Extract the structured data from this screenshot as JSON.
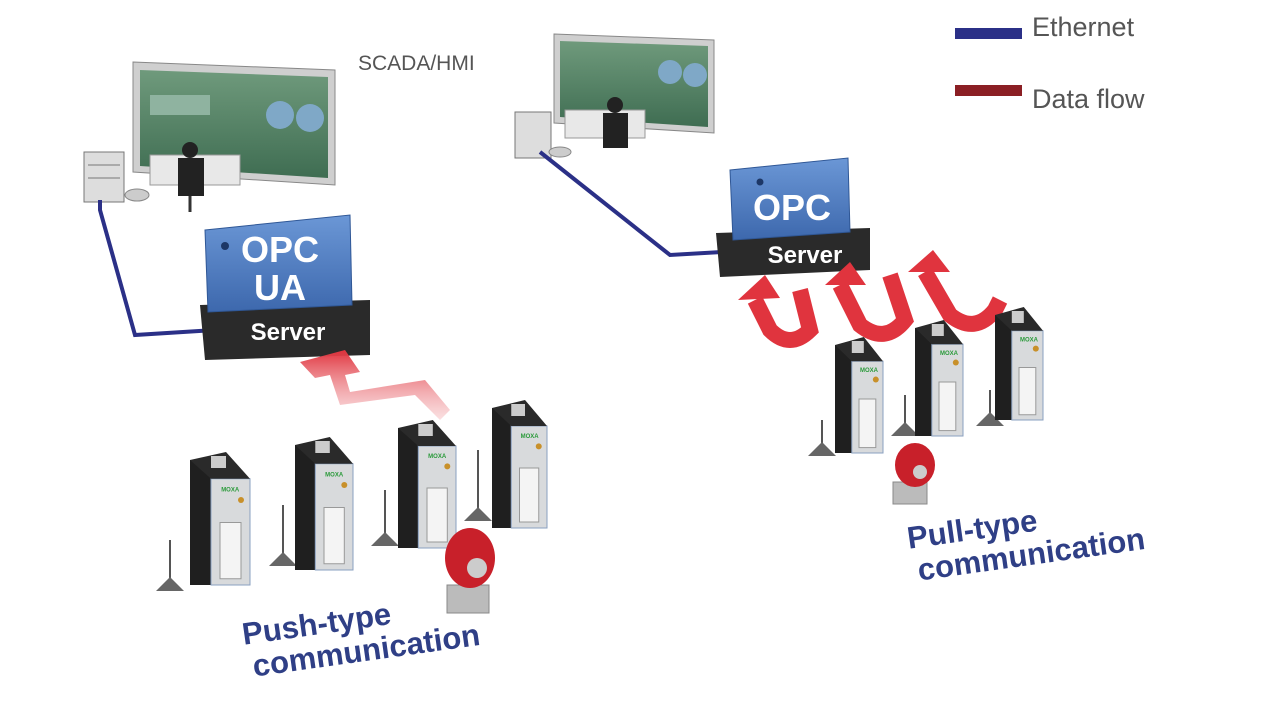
{
  "legend": {
    "items": [
      {
        "label": "Ethernet",
        "color": "#2b3087"
      },
      {
        "label": "Data flow",
        "color": "#8b1f24"
      }
    ]
  },
  "scada_label": "SCADA/HMI",
  "left_server": {
    "line1": "OPC",
    "line2": "UA",
    "base": "Server"
  },
  "right_server": {
    "line1": "OPC",
    "base": "Server"
  },
  "device_brand": "MOXA",
  "push_label": {
    "line1": "Push-type",
    "line2": "communication"
  },
  "pull_label": {
    "line1": "Pull-type",
    "line2": "communication"
  },
  "colors": {
    "server_blue": "#4f7fc2",
    "arrow_red": "#e04048",
    "label_blue": "#2f3f86"
  }
}
